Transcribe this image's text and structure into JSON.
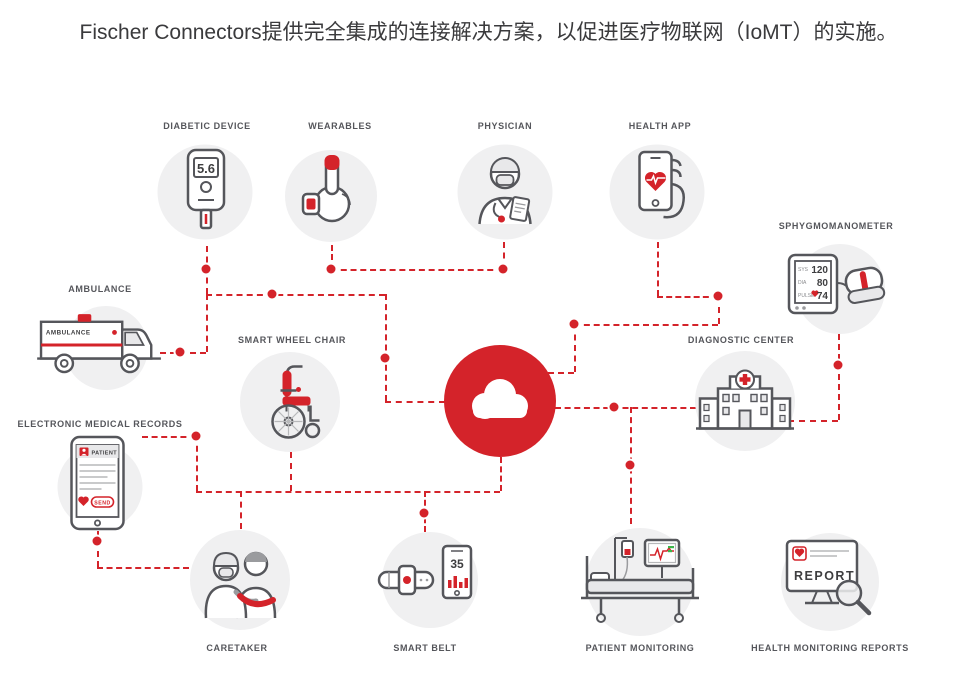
{
  "title": "Fischer Connectors提供完全集成的连接解决方案，以促进医疗物联网（IoMT）的实施。",
  "colors": {
    "accent": "#d4232a",
    "label_text": "#55565b",
    "title_text": "#3a3a3c"
  },
  "nodes": [
    {
      "id": "diabetic-device",
      "label": "DIABETIC DEVICE",
      "screen": {
        "reading": "5.6"
      }
    },
    {
      "id": "wearables",
      "label": "WEARABLES"
    },
    {
      "id": "physician",
      "label": "PHYSICIAN"
    },
    {
      "id": "health-app",
      "label": "HEALTH APP"
    },
    {
      "id": "sphygmomanometer",
      "label": "SPHYGMOMANOMETER",
      "screen": {
        "sys_label": "SYS",
        "sys": "120",
        "dia_label": "DIA",
        "dia": "80",
        "pulse_label": "PULSE",
        "pulse": "74"
      }
    },
    {
      "id": "ambulance",
      "label": "AMBULANCE",
      "body_text": "AMBULANCE"
    },
    {
      "id": "smart-wheel-chair",
      "label": "SMART WHEEL CHAIR"
    },
    {
      "id": "diagnostic-center",
      "label": "DIAGNOSTIC CENTER"
    },
    {
      "id": "electronic-medical-records",
      "label": "ELECTRONIC MEDICAL RECORDS",
      "screen": {
        "header": "PATIENT",
        "send": "SEND"
      }
    },
    {
      "id": "caretaker",
      "label": "CARETAKER"
    },
    {
      "id": "smart-belt",
      "label": "SMART BELT",
      "screen": {
        "reading": "35"
      }
    },
    {
      "id": "patient-monitoring",
      "label": "PATIENT MONITORING"
    },
    {
      "id": "health-monitoring-reports",
      "label": "HEALTH MONITORING REPORTS",
      "screen": {
        "title": "REPORT"
      }
    }
  ]
}
